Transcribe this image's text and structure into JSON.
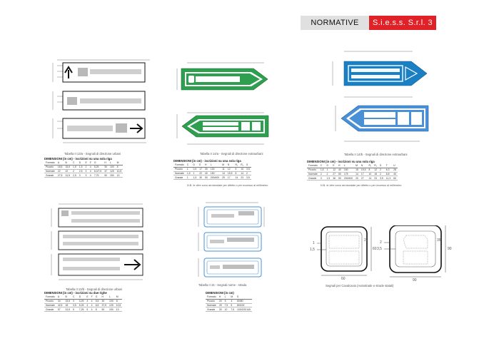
{
  "header": {
    "left": "NORMATIVE",
    "right": "S.i.e.s.s. S.r.l.  3"
  },
  "colors": {
    "accent_red": "#e02127",
    "header_gray": "#e0e0e0",
    "sign_green": "#2e9e4f",
    "sign_blue": "#1b7fc3",
    "sign_blue_light": "#4a90d6"
  },
  "panel1": {
    "caption": "Tabella II 13/a - Segnali di direzione urbani",
    "table_title": "DIMENSIONI (in cm) - iscrizioni su una sola riga",
    "headers": [
      "Formato",
      "A",
      "B",
      "C",
      "D",
      "E",
      "F",
      "G",
      "H",
      "L",
      "M"
    ],
    "rows": [
      [
        "Piccolo",
        "18,5",
        "15,5",
        "1,5",
        "1,5",
        "2",
        "4",
        "5,25",
        "30",
        "100",
        "8"
      ],
      [
        "Normale",
        "22",
        "22",
        "2",
        "2,5",
        "3",
        "4",
        "6,0/7,5",
        "37",
        "125",
        "10,5"
      ],
      [
        "Grande",
        "27,5",
        "31,5",
        "2,5",
        "3",
        "3",
        "4",
        "7,75",
        "50",
        "150",
        "13"
      ]
    ]
  },
  "panel2": {
    "caption": "Tabella II 14/a - Segnali di direzione extraurbani",
    "table_title": "DIMENSIONI (in cm) - iscrizioni su una sola riga",
    "headers": [
      "Formato",
      "C",
      "D",
      "E",
      "H",
      "L",
      "M",
      "N",
      "R₁",
      "R₂",
      "S"
    ],
    "rows": [
      [
        "Piccolo",
        "1",
        "0,5",
        "17",
        "30",
        "130",
        "11",
        "12",
        "6",
        "10",
        "3,5"
      ],
      [
        "Normale",
        "1,5",
        "1",
        "22",
        "40",
        "150",
        "14",
        "15,5",
        "8",
        "14",
        "2"
      ],
      [
        "Grande",
        "1",
        "1,5",
        "30",
        "50",
        "200/400",
        "25",
        "17",
        "14",
        "23",
        "3,5"
      ]
    ],
    "note": "N.B. le cifre sono arrotondate per difetto o per eccesso al millimetro"
  },
  "panel3": {
    "caption": "Tabella II 14/b - Segnali di direzione extraurbani",
    "table_title": "DIMENSIONI (in cm) - iscrizioni su una sola riga",
    "headers": [
      "Formato",
      "C",
      "D",
      "E",
      "H",
      "L",
      "M",
      "N",
      "R₁",
      "R₂",
      "S",
      "T",
      "U"
    ],
    "rows": [
      [
        "Piccolo",
        "1,5",
        "1",
        "12",
        "40",
        "150",
        "15",
        "15,5",
        "8",
        "12",
        "2",
        "6,3",
        "28"
      ],
      [
        "Normale",
        "2",
        "2",
        "27",
        "50",
        "175",
        "14",
        "17",
        "10",
        "18",
        "2",
        "8,8",
        "40"
      ],
      [
        "Grande",
        "3",
        "1,5",
        "36",
        "50",
        "200/400",
        "20",
        "27",
        "14",
        "23",
        "3,5",
        "11,3",
        "60"
      ]
    ],
    "note": "N.B. le cifre sono arrotondate per difetto o per eccesso al millimetro"
  },
  "panel4": {
    "caption": "Tabella II 13/b - Segnali di direzione urbani",
    "table_title": "DIMENSIONI (in cm) - iscrizioni su due righe",
    "headers": [
      "Formato",
      "A",
      "B",
      "C",
      "D",
      "E",
      "F",
      "G",
      "H",
      "L",
      "M"
    ],
    "rows": [
      [
        "Piccolo",
        "34",
        "15,5",
        "3",
        "4,25",
        "4",
        "4",
        "5,5",
        "30",
        "100",
        "8"
      ],
      [
        "Normale",
        "42,5",
        "18",
        "3,5",
        "5,25",
        "4",
        "4",
        "6,5",
        "37,5",
        "125",
        "10,5"
      ],
      [
        "Grande",
        "57",
        "31,5",
        "5",
        "7,25",
        "5",
        "4",
        "8",
        "50",
        "150",
        "13"
      ]
    ]
  },
  "panel5": {
    "caption": "Tabella II 15 - Segnali nome - strada",
    "table_title": "DIMENSIONI (in cm)",
    "headers": [
      "Formato",
      "H",
      "L",
      "M",
      "S"
    ],
    "rows": [
      [
        "Piccolo",
        "20",
        "5",
        "4",
        "60/80"
      ],
      [
        "Normale",
        "25",
        "7,5",
        "5",
        "80/100"
      ],
      [
        "Grande",
        "30",
        "10",
        "7,5",
        "100/120/140"
      ]
    ]
  },
  "panel6": {
    "caption": "Segnali per Cavalcavia (Autostrade e strade statali)",
    "dims_left": {
      "top": "1",
      "mid": "1,5",
      "right_a": "22",
      "right_b": "60",
      "bottom": "60"
    },
    "dims_right": {
      "top": "2",
      "mid": "3,5",
      "right_a": "35",
      "right_b": "90",
      "bottom": "90"
    }
  }
}
